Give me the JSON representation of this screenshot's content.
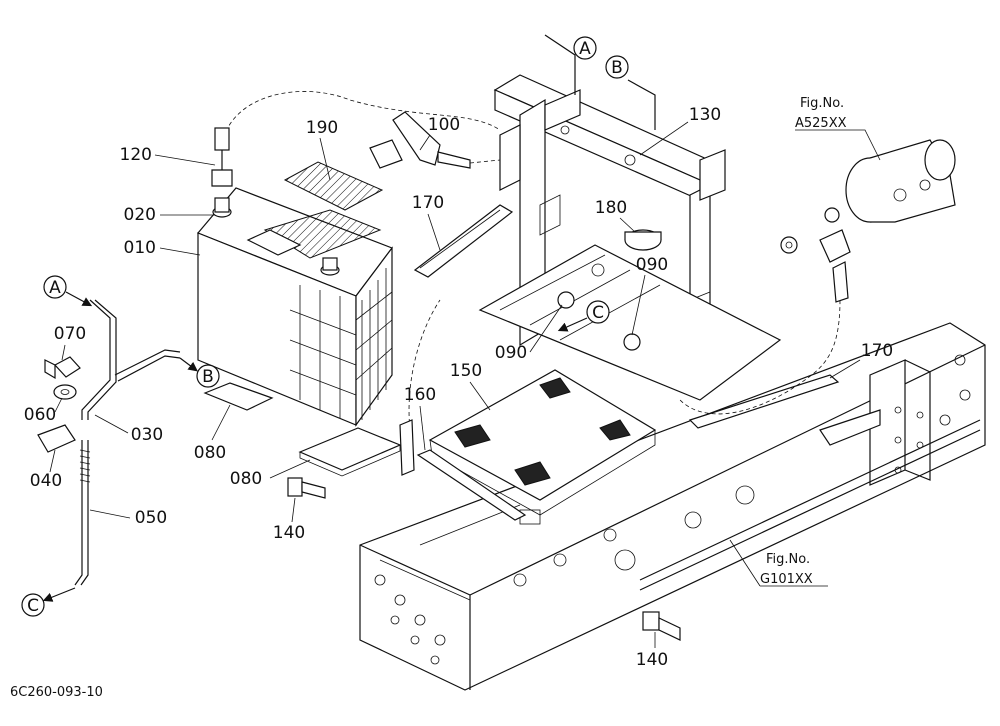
{
  "labels": {
    "p010": "010",
    "p020": "020",
    "p030": "030",
    "p040": "040",
    "p050": "050",
    "p060": "060",
    "p070": "070",
    "p080a": "080",
    "p080b": "080",
    "p090a": "090",
    "p090b": "090",
    "p100": "100",
    "p120": "120",
    "p130": "130",
    "p140a": "140",
    "p140b": "140",
    "p150": "150",
    "p160": "160",
    "p170a": "170",
    "p170b": "170",
    "p180": "180",
    "p190": "190"
  },
  "callouts": {
    "a_top": "A",
    "b_top": "B",
    "a_left": "A",
    "b_left": "B",
    "c_mid": "C",
    "c_left": "C"
  },
  "refs": {
    "fig1_title": "Fig.No.",
    "fig1_code": "A525XX",
    "fig2_title": "Fig.No.",
    "fig2_code": "G101XX"
  },
  "footer": {
    "drawing_code": "6C260-093-10"
  }
}
